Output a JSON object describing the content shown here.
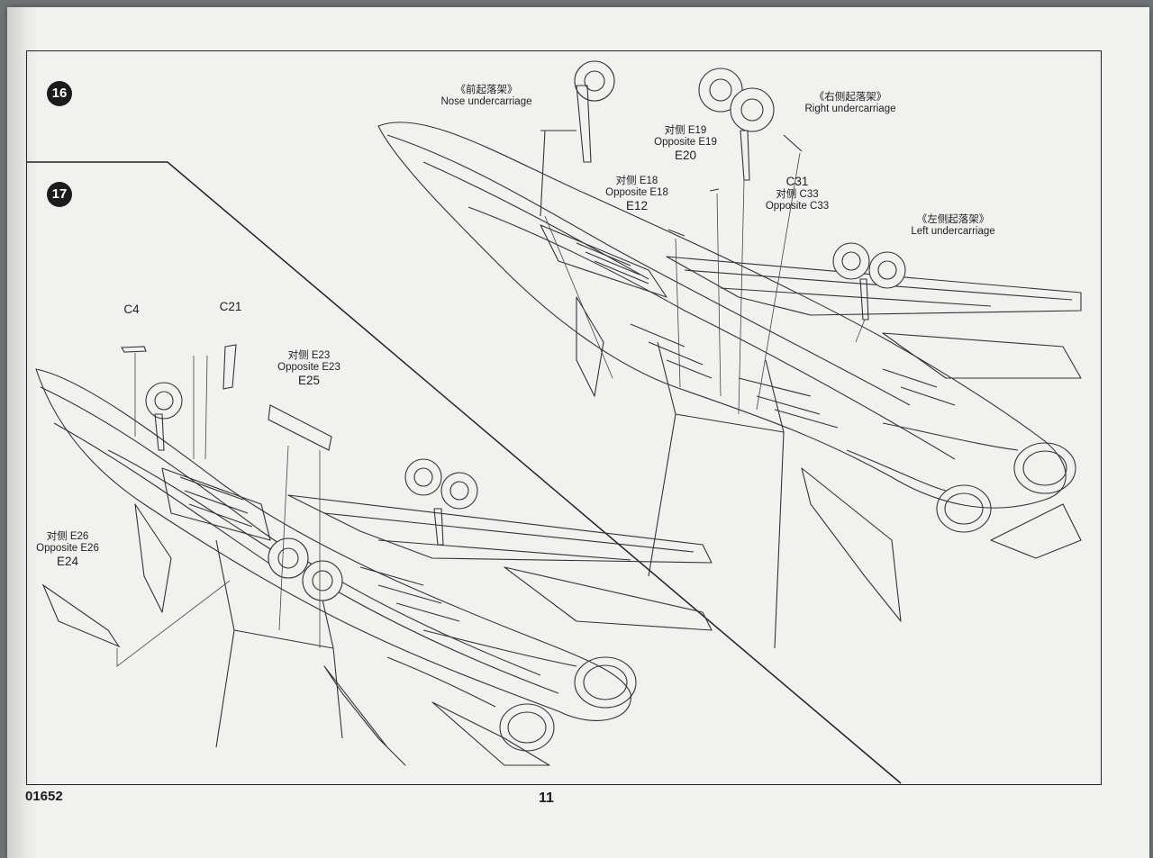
{
  "page": {
    "kit_number": "01652",
    "page_number": "11"
  },
  "steps": [
    {
      "number": "16"
    },
    {
      "number": "17"
    }
  ],
  "step16": {
    "nose": {
      "cn": "《前起落架》",
      "en": "Nose undercarriage"
    },
    "right": {
      "cn": "《右侧起落架》",
      "en": "Right undercarriage"
    },
    "left": {
      "cn": "《左侧起落架》",
      "en": "Left undercarriage"
    },
    "e20": {
      "cn": "对侧 E19",
      "opp": "Opposite E19",
      "part": "E20"
    },
    "e12": {
      "cn": "对侧 E18",
      "opp": "Opposite E18",
      "part": "E12"
    },
    "c31": {
      "part": "C31",
      "cn": "对侧 C33",
      "opp": "Opposite C33"
    }
  },
  "step17": {
    "c4": {
      "part": "C4"
    },
    "c21": {
      "part": "C21"
    },
    "e25": {
      "cn": "对侧 E23",
      "opp": "Opposite E23",
      "part": "E25"
    },
    "e24": {
      "cn": "对侧 E26",
      "opp": "Opposite E26",
      "part": "E24"
    }
  }
}
